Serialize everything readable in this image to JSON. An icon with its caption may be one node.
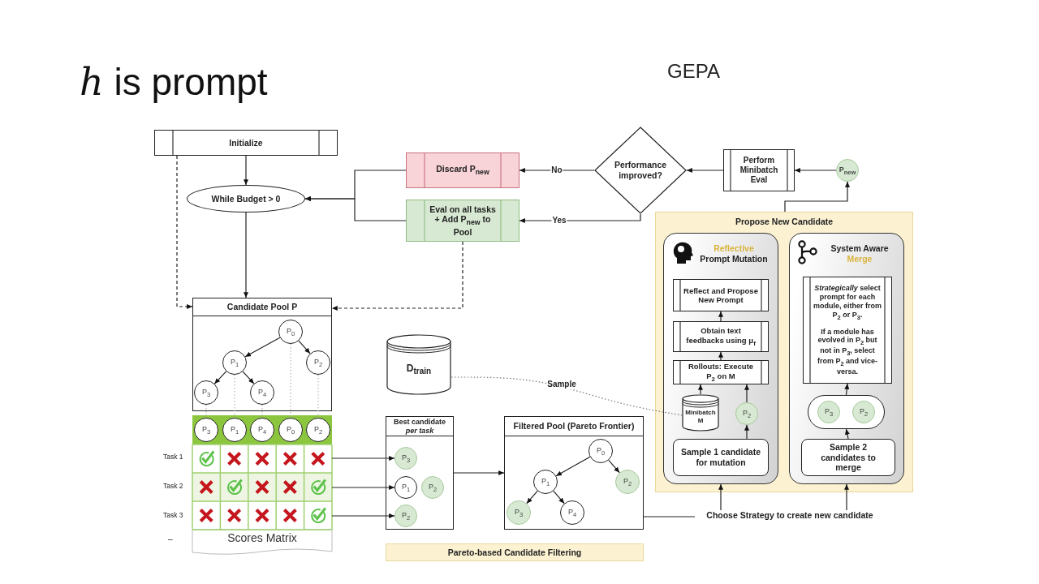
{
  "diagram": {
    "title": "*h* is prompt",
    "nodes": [
      {
        "text": [
          "Initialize"
        ]
      },
      {
        "text": [
          "Discard P$_{new}$"
        ]
      },
      {
        "text": [
          "Performance improved?"
        ]
      },
      {
        "text": [
          "Perform Minibatch Eval"
        ]
      },
      {
        "text": [
          "P$_{new}$"
        ]
      },
      {
        "text": [
          "While Budget > 0"
        ]
      },
      {
        "text": [
          "Eval on all tasks + Add P$_{new}$ to Pool"
        ]
      },
      {
        "text": [
          "Propose New Candidate"
        ]
      },
      {
        "text": [
          "Reflective",
          "Prompt Mutation"
        ],
        "in": 7
      },
      {
        "text": [
          "Reflect and Propose New Prompt"
        ],
        "in": 8
      },
      {
        "text": [
          "Obtain text feedbacks using μ$_{f}$"
        ],
        "in": 8
      },
      {
        "text": [
          "Rollouts: Execute P$_{2}$ on M"
        ],
        "in": 8
      },
      {
        "text": [
          "Minibatch M"
        ],
        "in": 8
      },
      {
        "text": [
          "P$_{2}$"
        ],
        "in": 8
      },
      {
        "text": [
          "Sample 1 candidate for mutation"
        ],
        "in": 8
      },
      {
        "text": [
          "System Aware",
          "Merge"
        ],
        "in": 7
      },
      {
        "text": [
          "*Strategically* select prompt for each module, either from P$_{2}$ or P$_{3}$.",
          "If a module has evolved in P$_{2}$ but not in P$_{3}$, select from P$_{2}$ and vice-versa."
        ],
        "in": 15
      },
      {
        "text": [],
        "shape": "box",
        "in": 15
      },
      {
        "text": [
          "P$_{3}$"
        ],
        "in": 17
      },
      {
        "text": [
          "P$_{2}$"
        ],
        "in": 17
      },
      {
        "text": [
          "Sample 2 candidates to merge"
        ],
        "in": 15
      },
      {
        "text": [
          "Candidate Pool P"
        ]
      },
      {
        "text": [
          "P$_{0}$"
        ],
        "in": 21
      },
      {
        "text": [
          "P$_{1}$"
        ],
        "in": 21
      },
      {
        "text": [
          "P$_{2}$"
        ],
        "in": 21
      },
      {
        "text": [
          "P$_{3}$"
        ],
        "in": 21
      },
      {
        "text": [
          "P$_{4}$"
        ],
        "in": 21
      },
      {
        "text": [
          "Scores Matrix"
        ]
      },
      {
        "text": [
          "P$_{3}$"
        ],
        "in": 27
      },
      {
        "text": [
          "P$_{1}$"
        ],
        "in": 27
      },
      {
        "text": [
          "P$_{4}$"
        ],
        "in": 27
      },
      {
        "text": [
          "P$_{0}$"
        ],
        "in": 27
      },
      {
        "text": [
          "P$_{2}$"
        ],
        "in": 27
      },
      {
        "text": [
          "D$_{train}$"
        ]
      },
      {
        "text": [
          "Best candidate *per task*"
        ]
      },
      {
        "text": [
          "P$_{3}$"
        ],
        "in": 34
      },
      {
        "text": [
          "P$_{1}$"
        ],
        "in": 34
      },
      {
        "text": [
          "P$_{2}$"
        ],
        "in": 34
      },
      {
        "text": [
          "P$_{2}$"
        ],
        "in": 34
      },
      {
        "text": [
          "Filtered Pool (Pareto Frontier)"
        ]
      },
      {
        "text": [
          "P$_{0}$"
        ],
        "in": 39
      },
      {
        "text": [
          "P$_{1}$"
        ],
        "in": 39
      },
      {
        "text": [
          "P$_{2}$"
        ],
        "in": 39
      },
      {
        "text": [
          "P$_{3}$"
        ],
        "in": 39
      },
      {
        "text": [
          "P$_{4}$"
        ],
        "in": 39
      },
      {
        "text": [
          "Pareto-based Candidate Filtering"
        ]
      },
      {
        "text": [
          "Choose Strategy to create new candidate"
        ]
      }
    ],
    "edges": [
      {
        "from": 0,
        "to": 5,
        "arrow": "to"
      },
      {
        "from": 0,
        "to": 21,
        "arrow": "to",
        "style": "dashed"
      },
      {
        "from": 1,
        "to": 5,
        "arrow": "to"
      },
      {
        "from": 6,
        "to": 5,
        "arrow": "to"
      },
      {
        "from": 6,
        "to": 21,
        "arrow": "to",
        "style": "dashed"
      },
      {
        "from": 2,
        "to": 1,
        "arrow": "to",
        "label": "No"
      },
      {
        "from": 2,
        "to": 6,
        "arrow": "to",
        "label": "Yes"
      },
      {
        "from": 3,
        "to": 2,
        "arrow": "to"
      },
      {
        "from": 4,
        "to": 3,
        "arrow": "to"
      },
      {
        "from": 7,
        "to": 4,
        "arrow": "to"
      },
      {
        "from": 5,
        "to": 21,
        "arrow": "to"
      },
      {
        "from": 22,
        "to": 23,
        "arrow": "to"
      },
      {
        "from": 22,
        "to": 24,
        "arrow": "to"
      },
      {
        "from": 23,
        "to": 25,
        "arrow": "to"
      },
      {
        "from": 23,
        "to": 26,
        "arrow": "to"
      },
      {
        "from": 25,
        "to": 28,
        "arrow": "none",
        "style": "dashed",
        "color": "#b5b5b5"
      },
      {
        "from": 23,
        "to": 29,
        "arrow": "none",
        "style": "dashed",
        "color": "#b5b5b5"
      },
      {
        "from": 26,
        "to": 30,
        "arrow": "none",
        "style": "dashed",
        "color": "#b5b5b5"
      },
      {
        "from": 22,
        "to": 31,
        "arrow": "none",
        "style": "dashed",
        "color": "#b5b5b5"
      },
      {
        "from": 24,
        "to": 32,
        "arrow": "none",
        "style": "dashed",
        "color": "#b5b5b5"
      },
      {
        "from": 27,
        "to": 35,
        "arrow": "to"
      },
      {
        "from": 27,
        "to": 36,
        "arrow": "to"
      },
      {
        "from": 27,
        "to": 38,
        "arrow": "to"
      },
      {
        "from": 34,
        "to": 39,
        "arrow": "to"
      },
      {
        "from": 40,
        "to": 41,
        "arrow": "to"
      },
      {
        "from": 40,
        "to": 42,
        "arrow": "to"
      },
      {
        "from": 41,
        "to": 43,
        "arrow": "to"
      },
      {
        "from": 41,
        "to": 44,
        "arrow": "to"
      },
      {
        "from": 33,
        "to": 12,
        "arrow": "none",
        "style": "dashed",
        "color": "#777777",
        "label": "Sample"
      },
      {
        "from": 39,
        "to": 46,
        "arrow": "none"
      },
      {
        "from": 46,
        "to": 8,
        "arrow": "to"
      },
      {
        "from": 46,
        "to": 15,
        "arrow": "to"
      },
      {
        "from": 12,
        "to": 11,
        "arrow": "to"
      },
      {
        "from": 13,
        "to": 11,
        "arrow": "to"
      },
      {
        "from": 14,
        "to": 13,
        "arrow": "to"
      },
      {
        "from": 11,
        "to": 10,
        "arrow": "to"
      },
      {
        "from": 10,
        "to": 9,
        "arrow": "to"
      },
      {
        "from": 20,
        "to": 17,
        "arrow": "to"
      },
      {
        "from": 17,
        "to": 16,
        "arrow": "to"
      }
    ],
    "labels": [
      "GEPA",
      "Task 1",
      "Task 2",
      "Task 3",
      "–"
    ]
  }
}
